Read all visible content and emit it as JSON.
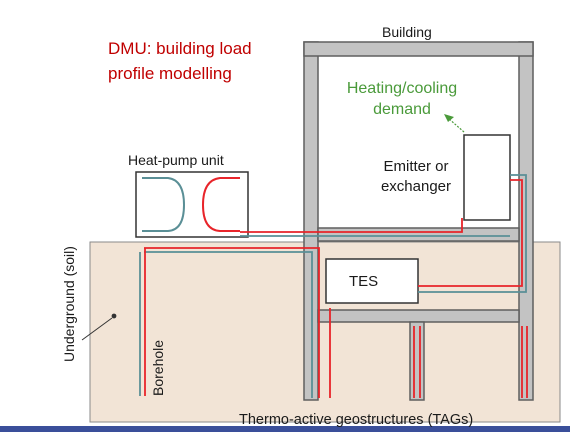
{
  "labels": {
    "dmu_line1": "DMU: building load",
    "dmu_line2": "profile modelling",
    "building": "Building",
    "demand_line1": "Heating/cooling",
    "demand_line2": "demand",
    "emitter_line1": "Emitter or",
    "emitter_line2": "exchanger",
    "heat_pump": "Heat-pump unit",
    "tes": "TES",
    "tags": "Thermo-active geostructures (TAGs)",
    "underground": "Underground (soil)",
    "borehole": "Borehole"
  },
  "colors": {
    "soil": "#f2e4d6",
    "structure": "#5f5f5f",
    "structure_fill": "#c3c3c3",
    "supply_pipe": "#e8242a",
    "return_pipe": "#5a8f96",
    "dmu_text": "#c00000",
    "demand_text": "#4a9a3a",
    "bottom_bar": "#3a4f9a"
  }
}
